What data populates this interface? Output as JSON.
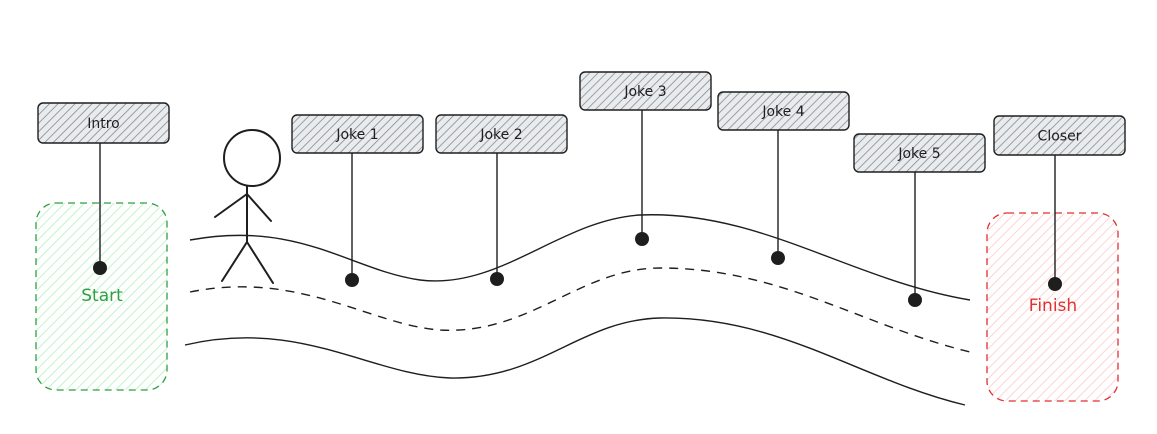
{
  "start_zone": {
    "label": "Start",
    "color": "#2f9e44",
    "fill": "#b2f2bb"
  },
  "finish_zone": {
    "label": "Finish",
    "color": "#e03131",
    "fill": "#ffc9c9"
  },
  "signs": [
    {
      "label": "Intro"
    },
    {
      "label": "Joke 1"
    },
    {
      "label": "Joke 2"
    },
    {
      "label": "Joke 3"
    },
    {
      "label": "Joke 4"
    },
    {
      "label": "Joke 5"
    },
    {
      "label": "Closer"
    }
  ],
  "colors": {
    "stroke": "#1e1e1e",
    "sign_hatch": "#8a8a8a",
    "sign_fill": "#e9ecef"
  }
}
